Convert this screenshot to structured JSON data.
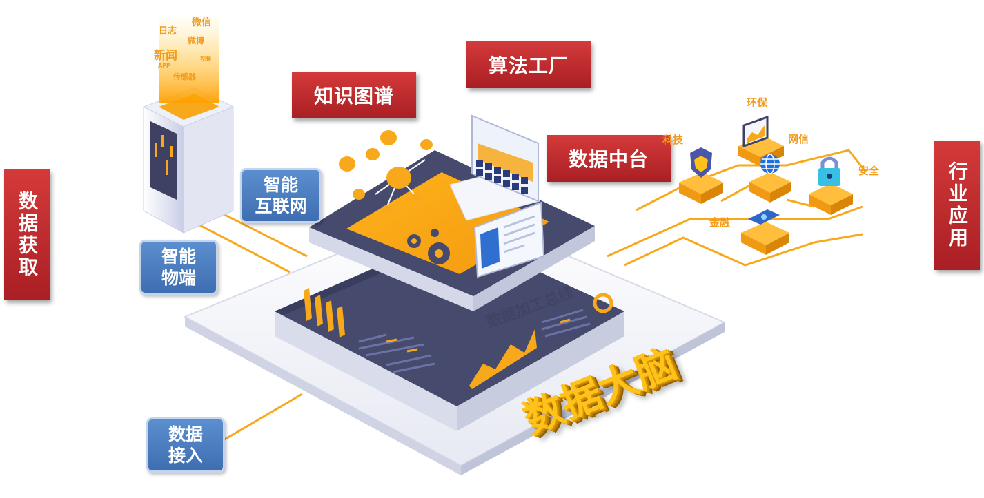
{
  "sections": {
    "left": "数据获取",
    "right": "行业应用"
  },
  "top_labels": {
    "knowledge_graph": "知识图谱",
    "algorithm_factory": "算法工厂",
    "data_middle_platform": "数据中台"
  },
  "blue_labels": {
    "smart_internet": "智能\n互联网",
    "smart_terminal": "智能\n物端",
    "data_access": "数据\n接入"
  },
  "data_sources": {
    "log": "日志",
    "wechat": "微信",
    "weibo": "微博",
    "news": "新闻",
    "app": "APP",
    "sensor": "传感器",
    "video": "视频"
  },
  "industries": {
    "tech": "科技",
    "environment": "环保",
    "telecom": "网信",
    "security": "安全",
    "finance": "金融"
  },
  "platform": {
    "bus_label": "数据加工总线",
    "title": "数据大脑"
  },
  "colors": {
    "accent": "#f7a81b",
    "red": "#c12c2e",
    "blue": "#4a7cc0",
    "dark": "#434766"
  }
}
